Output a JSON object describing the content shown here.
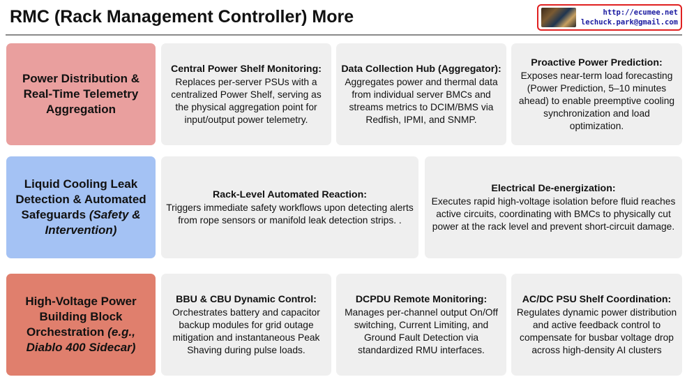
{
  "header": {
    "title": "RMC (Rack Management Controller) More",
    "contact_url": "http://ecumee.net",
    "contact_email": "lechuck.park@gmail.com"
  },
  "colors": {
    "row1_category": "#e99f9e",
    "row2_category": "#a4c2f4",
    "row3_category": "#e07f6d",
    "card_background": "#efefef"
  },
  "rows": [
    {
      "category": {
        "main": "Power Distribution & Real-Time Telemetry Aggregation",
        "emph": ""
      },
      "cards": [
        {
          "title": "Central Power Shelf Monitoring:",
          "body": "Replaces per-server PSUs with a centralized Power Shelf, serving as the physical aggregation point for input/output power telemetry."
        },
        {
          "title": "Data Collection Hub (Aggregator):",
          "body": "Aggregates power and thermal data from individual server BMCs and streams metrics to DCIM/BMS via Redfish, IPMI, and SNMP."
        },
        {
          "title": "Proactive Power Prediction:",
          "body": "Exposes near-term load forecasting (Power Prediction, 5–10 minutes ahead) to enable preemptive cooling synchronization and load optimization."
        }
      ]
    },
    {
      "category": {
        "main": "Liquid Cooling Leak Detection & Automated Safeguards",
        "emph": "(Safety & Intervention)"
      },
      "cards": [
        {
          "title": "Rack-Level Automated Reaction:",
          "body": "Triggers immediate safety workflows upon detecting alerts from rope sensors or manifold leak detection strips. ."
        },
        {
          "title": "Electrical De-energization:",
          "body": "Executes rapid high-voltage isolation before fluid reaches active circuits, coordinating with BMCs to physically cut power at the rack level and prevent short-circuit damage."
        }
      ]
    },
    {
      "category": {
        "main": "High-Voltage Power Building Block Orchestration",
        "emph": "(e.g., Diablo 400 Sidecar)"
      },
      "cards": [
        {
          "title": "BBU & CBU Dynamic Control:",
          "body": "Orchestrates battery and capacitor backup modules for grid outage mitigation and instantaneous Peak Shaving during pulse loads."
        },
        {
          "title": "DCPDU Remote Monitoring:",
          "body": "Manages per-channel output On/Off switching, Current Limiting, and Ground Fault Detection via standardized RMU interfaces."
        },
        {
          "title": "AC/DC PSU Shelf Coordination:",
          "body": "Regulates dynamic power distribution and active feedback control to compensate for busbar voltage drop across high-density AI clusters"
        }
      ]
    }
  ]
}
